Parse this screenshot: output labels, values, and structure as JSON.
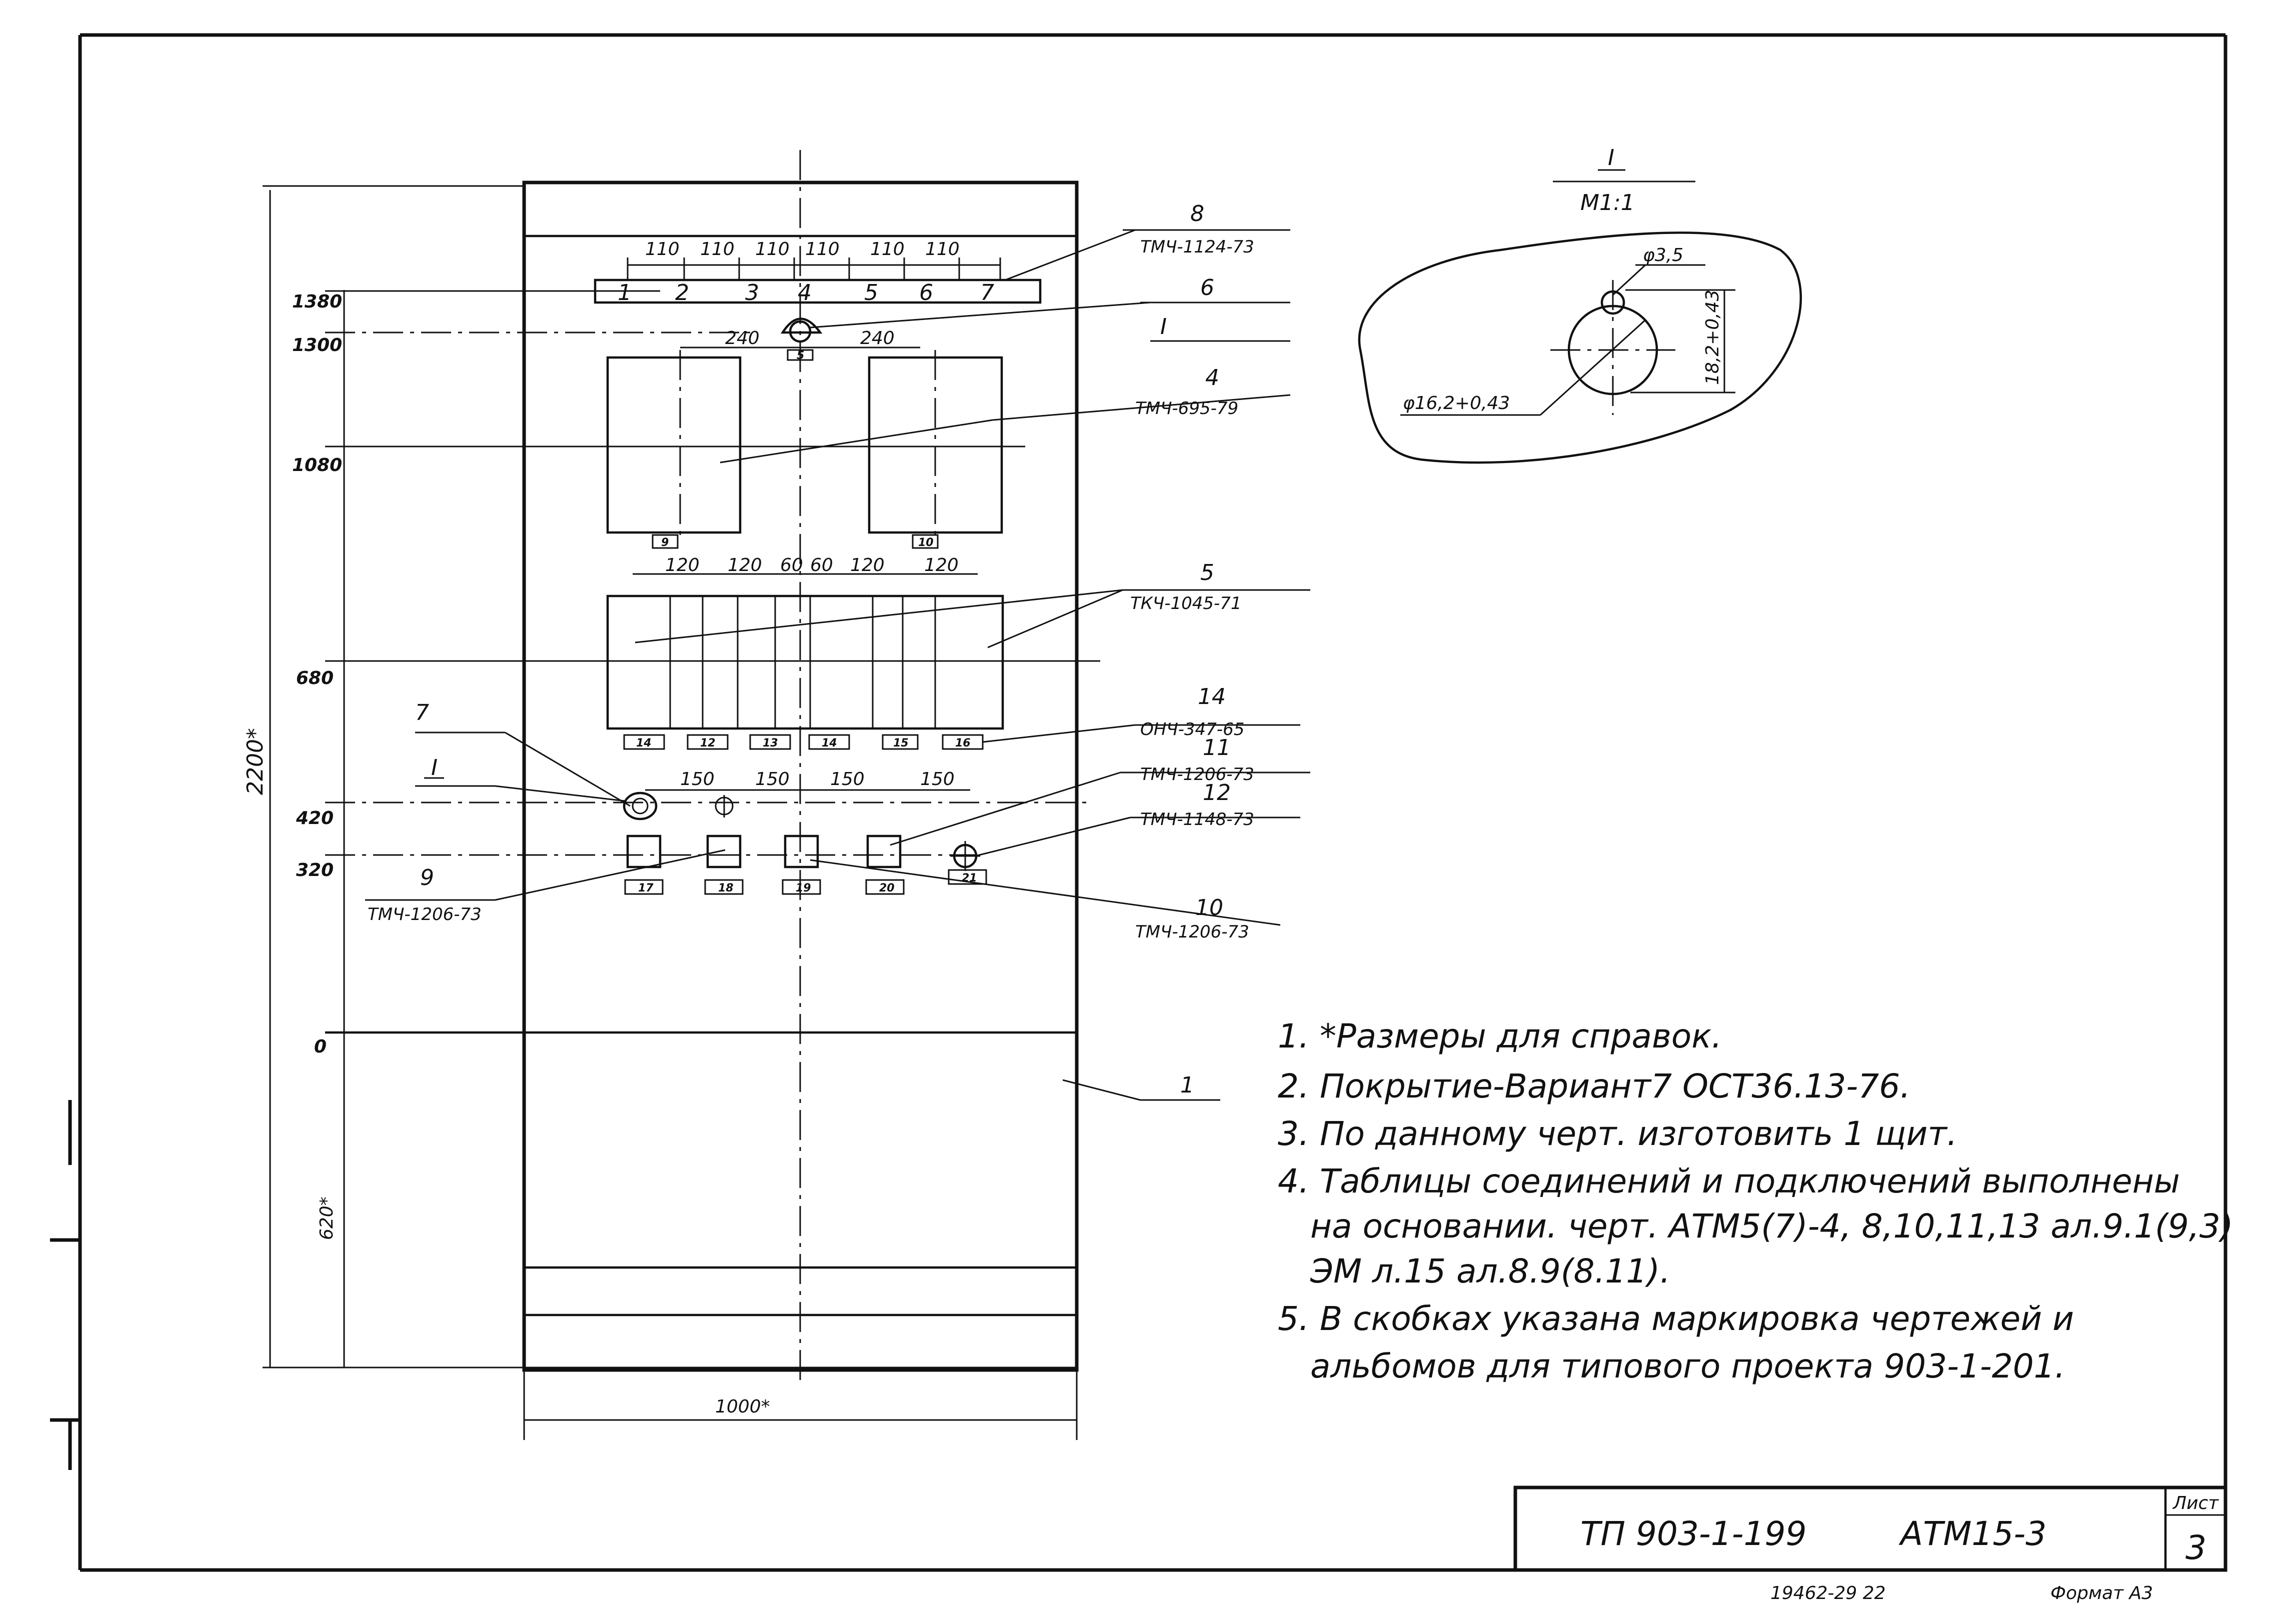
{
  "drawing": {
    "overall_height": "2200*",
    "lower_height": "620*",
    "width": "1000*",
    "level_marks": [
      "1380",
      "1300",
      "1080",
      "680",
      "420",
      "320",
      "0"
    ],
    "top_strip_dims": [
      "110",
      "110",
      "110",
      "110",
      "110",
      "110"
    ],
    "top_strip_cells": [
      "1",
      "2",
      "3",
      "4",
      "5",
      "6",
      "7"
    ],
    "dim_240_left": "240",
    "dim_240_right": "240",
    "relay_dims": [
      "120",
      "120",
      "60",
      "60",
      "120",
      "120"
    ],
    "lamp_dims": [
      "150",
      "150",
      "150",
      "150"
    ],
    "slot_tags_relays": [
      "14",
      "12",
      "13",
      "14",
      "15",
      "16"
    ],
    "slot_tags_lower": [
      "17",
      "18",
      "19",
      "20",
      "21"
    ],
    "slot_tag_meter_left": "9",
    "slot_tag_meter_right": "10",
    "slot_tag_top": "5"
  },
  "callouts": [
    {
      "num": "8",
      "code": "ТМЧ-1124-73"
    },
    {
      "num": "6",
      "code": ""
    },
    {
      "num": "I",
      "code": ""
    },
    {
      "num": "4",
      "code": "ТМЧ-695-79"
    },
    {
      "num": "5",
      "code": "ТКЧ-1045-71"
    },
    {
      "num": "14",
      "code": "ОНЧ-347-65"
    },
    {
      "num": "11",
      "code": "ТМЧ-1206-73"
    },
    {
      "num": "12",
      "code": "ТМЧ-1148-73"
    },
    {
      "num": "10",
      "code": "ТМЧ-1206-73"
    },
    {
      "num": "9",
      "code": "ТМЧ-1206-73"
    },
    {
      "num": "7",
      "code": ""
    },
    {
      "num": "I",
      "code": ""
    },
    {
      "num": "1",
      "code": ""
    }
  ],
  "detail": {
    "title": "I",
    "scale": "М1:1",
    "hole_small": "φ3,5",
    "hole_main": "φ16,2+0,43",
    "height_dim": "18,2+0,43"
  },
  "notes": [
    "1. *Размеры для справок.",
    "2. Покрытие-Вариант7 ОСТ36.13-76.",
    "3. По данному черт. изготовить 1 щит.",
    "4. Таблицы соединений и подключений выполнены",
    "на основании. черт. АТМ5(7)-4, 8,10,11,13 ал.9.1(9,3)",
    "ЭМ л.15 ал.8.9(8.11).",
    "5. В скобках указана маркировка чертежей и",
    "альбомов для типового проекта 903-1-201."
  ],
  "title_block": {
    "project": "ТП 903-1-199",
    "code": "АТМ15-3",
    "sheet_label": "Лист",
    "sheet_num": "3"
  },
  "footer": {
    "inventory": "19462-29 22",
    "format": "Формат А3"
  }
}
